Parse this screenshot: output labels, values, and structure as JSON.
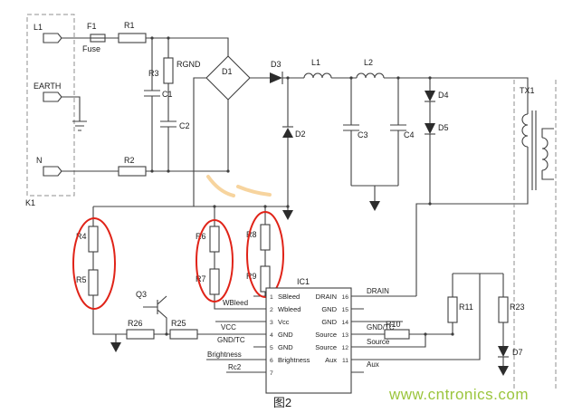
{
  "caption": "图2",
  "watermark": "www.cntronics.com",
  "colors": {
    "wire": "#3f3f3f",
    "annotation_red": "#e02318",
    "watermark_green": "#9bc53d",
    "highlight_orange": "#efa93e"
  },
  "connector": {
    "name": "K1",
    "terminals": {
      "live": "L1",
      "earth": "EARTH",
      "neutral": "N"
    }
  },
  "components": {
    "f1": "F1",
    "fuse_caption": "Fuse",
    "r1": "R1",
    "r2": "R2",
    "r3": "R3",
    "rgnd": "RGND",
    "c1": "C1",
    "c2": "C2",
    "d1": "D1",
    "d3": "D3",
    "l1": "L1",
    "l2": "L2",
    "d2": "D2",
    "c3": "C3",
    "c4": "C4",
    "d4": "D4",
    "d5": "D5",
    "tx1": "TX1",
    "r4": "R4",
    "r5": "R5",
    "r6": "R6",
    "r7": "R7",
    "r8": "R8",
    "r9": "R9",
    "q3": "Q3",
    "r26": "R26",
    "r25": "R25",
    "ic1": "IC1",
    "r10": "R10",
    "r11": "R11",
    "r23": "R23",
    "d7": "D7"
  },
  "nets": {
    "wbleed": "WBleed",
    "vcc": "VCC",
    "gndtc_left": "GND/TC",
    "brightness": "Brightness",
    "rc2": "Rc2",
    "drain": "DRAIN",
    "gndtc_right": "GND/TC",
    "source": "Source",
    "aux": "Aux"
  },
  "ic": {
    "left_pins": [
      {
        "num": "1",
        "name": "SBleed"
      },
      {
        "num": "2",
        "name": "Wbleed"
      },
      {
        "num": "3",
        "name": "Vcc"
      },
      {
        "num": "4",
        "name": "GND"
      },
      {
        "num": "5",
        "name": "GND"
      },
      {
        "num": "6",
        "name": "Brightness"
      },
      {
        "num": "7",
        "name": ""
      }
    ],
    "right_pins": [
      {
        "num": "16",
        "name": "DRAIN"
      },
      {
        "num": "15",
        "name": "GND"
      },
      {
        "num": "14",
        "name": "GND"
      },
      {
        "num": "13",
        "name": "Source"
      },
      {
        "num": "12",
        "name": "Source"
      },
      {
        "num": "11",
        "name": "Aux"
      }
    ]
  }
}
